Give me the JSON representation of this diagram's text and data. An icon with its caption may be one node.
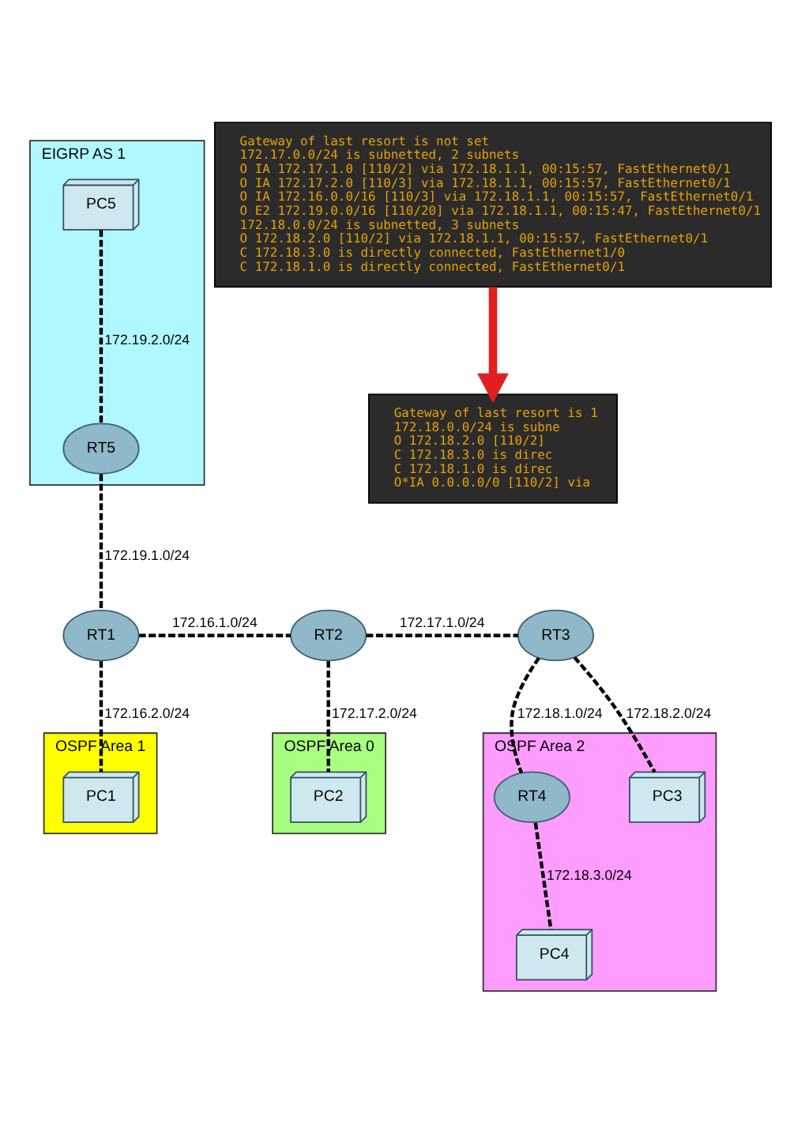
{
  "diagram": {
    "nodes": [
      {
        "text": [
          "EIGRP AS 1"
        ]
      },
      {
        "text": [
          "PC5"
        ],
        "in": 0
      },
      {
        "text": [
          "RT5"
        ],
        "in": 0
      },
      {
        "text": [
          "Gateway of last resort is not set",
          "172.17.0.0/24 is subnetted, 2 subnets",
          "O IA 172.17.1.0 [110/2] via 172.18.1.1, 00:15:57, FastEthernet0/1",
          "O IA 172.17.2.0 [110/3] via 172.18.1.1, 00:15:57, FastEthernet0/1",
          "O IA 172.16.0.0/16 [110/3] via 172.18.1.1, 00:15:57, FastEthernet0/1",
          "O E2 172.19.0.0/16 [110/20] via 172.18.1.1, 00:15:47, FastEthernet0/1",
          "172.18.0.0/24 is subnetted, 3 subnets",
          "O 172.18.2.0 [110/2] via 172.18.1.1, 00:15:57, FastEthernet0/1",
          "C 172.18.3.0 is directly connected, FastEthernet1/0",
          "C 172.18.1.0 is directly connected, FastEthernet0/1"
        ]
      },
      {
        "text": [
          "RT1"
        ]
      },
      {
        "text": [
          "OSPF Area 1"
        ]
      },
      {
        "text": [
          "RT2"
        ]
      },
      {
        "text": [
          "OSPF Area 0"
        ]
      },
      {
        "text": [
          "RT3"
        ]
      },
      {
        "text": [
          "OSPF Area 2"
        ]
      },
      {
        "text": [
          "RT4"
        ],
        "in": 9
      },
      {
        "text": [
          "PC1"
        ],
        "in": 5
      },
      {
        "text": [
          "PC2"
        ],
        "in": 7
      },
      {
        "text": [
          "PC3"
        ],
        "in": 9
      },
      {
        "text": [
          "PC4"
        ],
        "in": 9
      },
      {
        "text": [
          "Gateway of last resort is 1",
          "172.18.0.0/24 is subne",
          "O 172.18.2.0 [110/2]",
          "C 172.18.3.0 is direc",
          "C 172.18.1.0 is direc",
          "O*IA 0.0.0.0/0 [110/2] via"
        ]
      }
    ],
    "edges": [
      {
        "from": 1,
        "to": 2,
        "arrow": "none",
        "label": "172.19.2.0/24",
        "style": "dashed"
      },
      {
        "from": 2,
        "to": 4,
        "arrow": "none",
        "label": "172.19.1.0/24",
        "style": "dashed"
      },
      {
        "from": 4,
        "to": 6,
        "arrow": "none",
        "label": "172.16.1.0/24",
        "style": "dashed"
      },
      {
        "from": 4,
        "to": 11,
        "arrow": "none",
        "label": "172.16.2.0/24",
        "style": "dashed"
      },
      {
        "from": 6,
        "to": 8,
        "arrow": "none",
        "label": "172.17.1.0/24",
        "style": "dashed"
      },
      {
        "from": 6,
        "to": 12,
        "arrow": "none",
        "label": "172.17.2.0/24",
        "style": "dashed"
      },
      {
        "from": 8,
        "to": 10,
        "arrow": "none",
        "label": "172.18.1.0/24",
        "style": "dashed"
      },
      {
        "from": 8,
        "to": 13,
        "arrow": "none",
        "label": "172.18.2.0/24",
        "style": "dashed"
      },
      {
        "from": 10,
        "to": 14,
        "arrow": "none",
        "label": "172.18.3.0/24",
        "style": "dashed"
      },
      {
        "from": 3,
        "to": 15,
        "arrow": "to",
        "style": "thick",
        "color": "#e02020"
      }
    ]
  }
}
